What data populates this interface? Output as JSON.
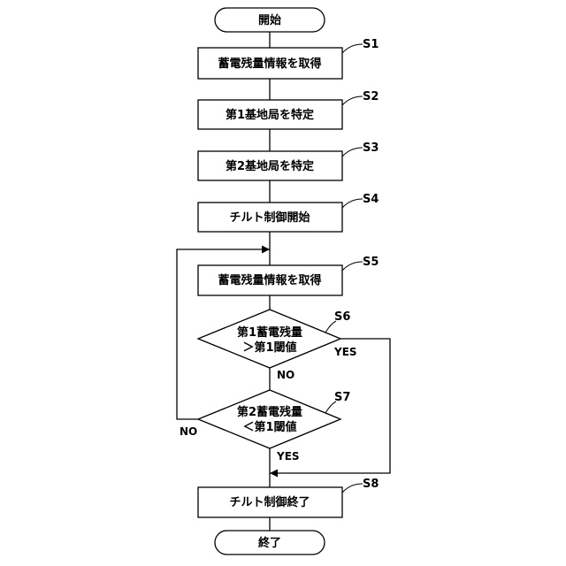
{
  "start": "開始",
  "end": "終了",
  "steps": [
    {
      "id": "S1",
      "text": "蓄電残量情報を取得"
    },
    {
      "id": "S2",
      "text": "第1基地局を特定"
    },
    {
      "id": "S3",
      "text": "第2基地局を特定"
    },
    {
      "id": "S4",
      "text": "チルト制御開始"
    },
    {
      "id": "S5",
      "text": "蓄電残量情報を取得"
    },
    {
      "id": "S8",
      "text": "チルト制御終了"
    }
  ],
  "decisions": [
    {
      "id": "S6",
      "line1": "第1蓄電残量",
      "line2": "＞第1閾値",
      "yes": "YES",
      "no": "NO"
    },
    {
      "id": "S7",
      "line1": "第2蓄電残量",
      "line2": "＜第1閾値",
      "yes": "YES",
      "no": "NO"
    }
  ]
}
